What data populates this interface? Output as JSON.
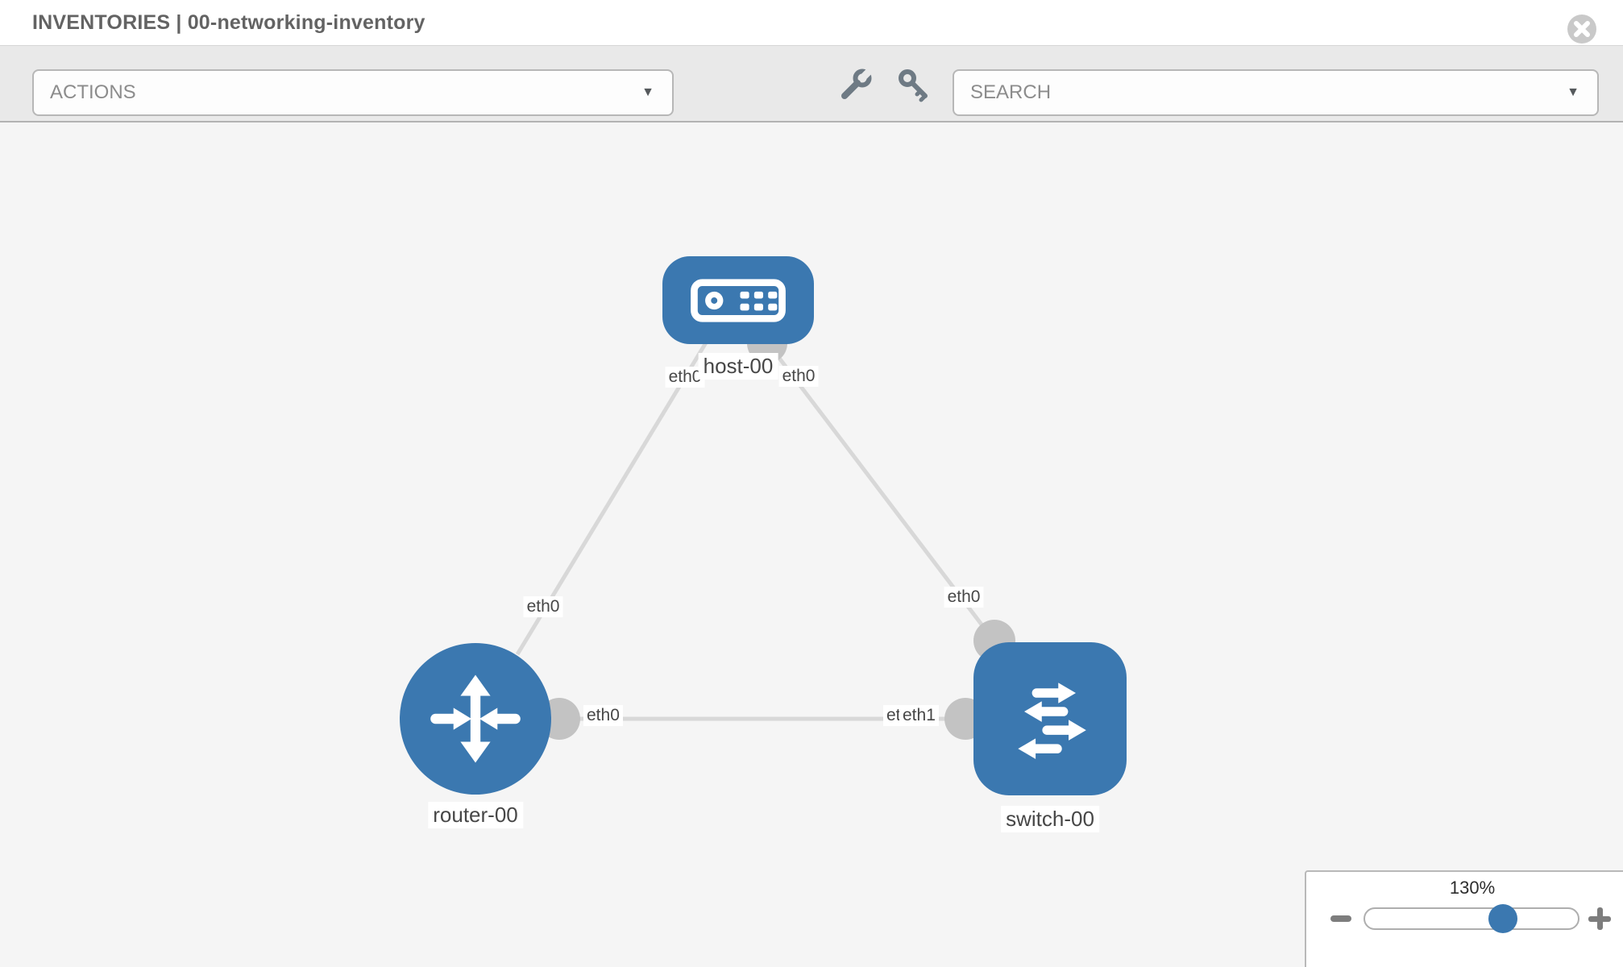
{
  "header": {
    "title": "INVENTORIES | 00-networking-inventory"
  },
  "toolbar": {
    "actions_label": "ACTIONS",
    "search_placeholder": "SEARCH"
  },
  "icons": {
    "close": "circle-x-icon",
    "wrench": "wrench-icon",
    "key": "key-icon",
    "actions_caret": "caret-down-icon",
    "search_caret": "caret-down-icon",
    "minus": "minus-icon",
    "plus": "plus-icon",
    "host": "host-device-icon",
    "router": "router-device-icon",
    "switch": "switch-device-icon"
  },
  "colors": {
    "node_blue": "#3b78b0",
    "link_gray": "#d8d8d8",
    "connector_gray": "#c3c3c3",
    "toolbar_bg": "#e9e9e9",
    "canvas_bg": "#f5f5f5"
  },
  "topology": {
    "nodes": [
      {
        "id": "host-00",
        "type": "host",
        "label": "host-00"
      },
      {
        "id": "router-00",
        "type": "router",
        "label": "router-00"
      },
      {
        "id": "switch-00",
        "type": "switch",
        "label": "switch-00"
      }
    ],
    "links": [
      {
        "from": "host-00",
        "to": "router-00",
        "from_if": "eth0",
        "to_if": "eth0"
      },
      {
        "from": "host-00",
        "to": "switch-00",
        "from_if": "eth0",
        "to_if": "eth0"
      },
      {
        "from": "router-00",
        "to": "switch-00",
        "from_if": "eth0",
        "to_if": "eth1",
        "to_if_overlapped": "eth0"
      }
    ]
  },
  "zoom_control": {
    "value_label": "130%",
    "percent": 130
  }
}
